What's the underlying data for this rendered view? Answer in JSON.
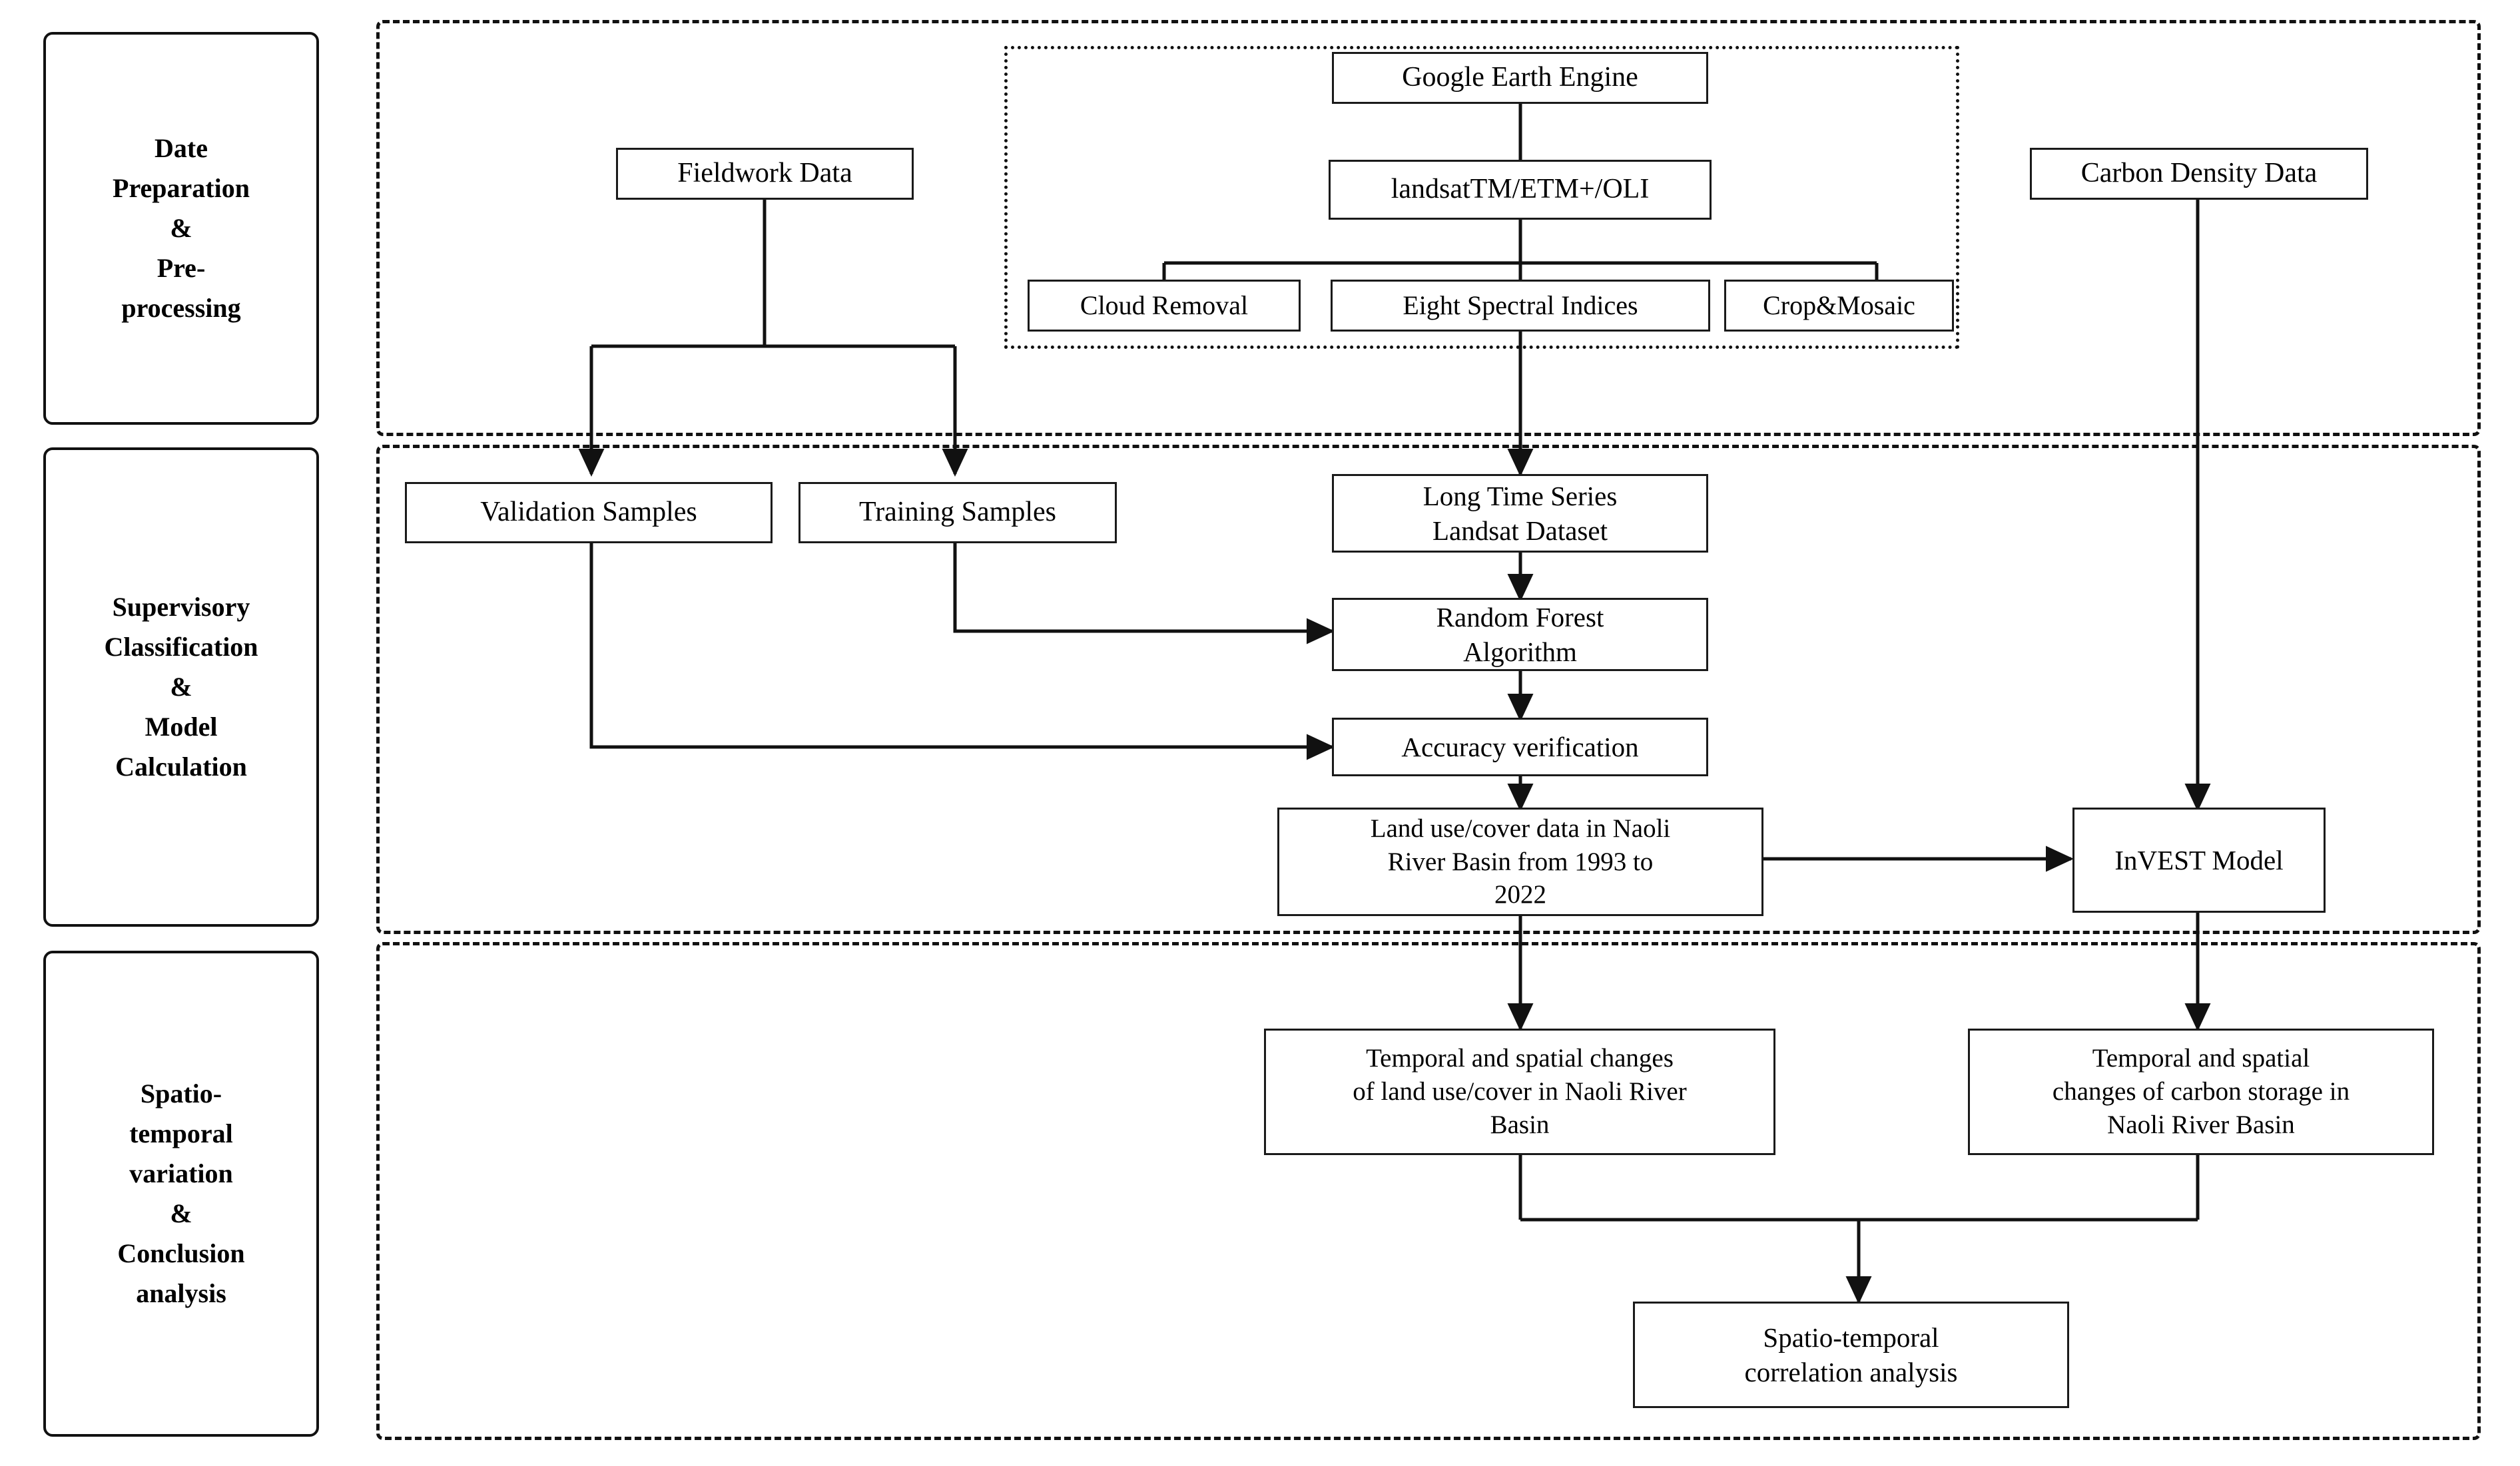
{
  "figure": {
    "type": "flowchart",
    "orientation": "top-to-bottom",
    "stage_count": 3
  },
  "stages": [
    {
      "id": "stage-data-preparation",
      "label": "Date\nPreparation\n&\nPre-\nprocessing",
      "lines": [
        "Date",
        "Preparation",
        "&",
        "Pre-",
        "processing"
      ]
    },
    {
      "id": "stage-supervisory-classification",
      "label": "Supervisory\nClassification\n&\nModel\nCalculation",
      "lines": [
        "Supervisory",
        "Classification",
        "&",
        "Model",
        "Calculation"
      ]
    },
    {
      "id": "stage-spatiotemporal-variation",
      "label": "Spatio-\ntemporal\nvariation\n&\nConclusion\nanalysis",
      "lines": [
        "Spatio-",
        "temporal",
        "variation",
        "&",
        "Conclusion",
        "analysis"
      ]
    }
  ],
  "nodes": {
    "google_earth_engine": {
      "label": "Google  Earth Engine",
      "lines": [
        "Google  Earth Engine"
      ]
    },
    "landsat_sensors": {
      "label": "landsatTM/ETM+/OLI",
      "lines": [
        "landsatTM/ETM+/OLI"
      ]
    },
    "cloud_removal": {
      "label": "Cloud  Removal",
      "lines": [
        "Cloud  Removal"
      ]
    },
    "eight_spectral_indices": {
      "label": "Eight Spectral Indices",
      "lines": [
        "Eight Spectral Indices"
      ]
    },
    "crop_mosaic": {
      "label": "Crop&Mosaic",
      "lines": [
        "Crop&Mosaic"
      ]
    },
    "fieldwork_data": {
      "label": "Fieldwork Data",
      "lines": [
        "Fieldwork Data"
      ]
    },
    "carbon_density_data": {
      "label": "Carbon Density Data",
      "lines": [
        "Carbon Density Data"
      ]
    },
    "validation_samples": {
      "label": "Validation Samples",
      "lines": [
        "Validation Samples"
      ]
    },
    "training_samples": {
      "label": "Training Samples",
      "lines": [
        "Training Samples"
      ]
    },
    "long_time_series_landsat_dataset": {
      "label": "Long Time Series Landsat Dataset",
      "lines": [
        "Long Time Series",
        "Landsat Dataset"
      ]
    },
    "random_forest_algorithm": {
      "label": "Random Forest Algorithm",
      "lines": [
        "Random Forest",
        "Algorithm"
      ]
    },
    "accuracy_verification": {
      "label": "Accuracy  verification",
      "lines": [
        "Accuracy  verification"
      ]
    },
    "land_use_cover_data": {
      "label": "Land use/cover data in Naoli River Basin from 1993 to 2022",
      "lines": [
        "Land use/cover data in Naoli",
        "River Basin from 1993 to",
        "2022"
      ]
    },
    "invest_model": {
      "label": "InVEST Model",
      "lines": [
        "InVEST Model"
      ]
    },
    "landuse_changes": {
      "label": "Temporal and spatial changes of land use/cover in Naoli River Basin",
      "lines": [
        "Temporal and spatial changes",
        "of land use/cover in Naoli River",
        "Basin"
      ]
    },
    "carbon_storage_changes": {
      "label": "Temporal and spatial changes of carbon storage in Naoli River Basin",
      "lines": [
        "Temporal and spatial",
        "changes of carbon storage in",
        "Naoli River Basin"
      ]
    },
    "spatiotemporal_correlation_analysis": {
      "label": "Spatio-temporal correlation analysis",
      "lines": [
        "Spatio-temporal",
        "correlation analysis"
      ]
    }
  },
  "edges": [
    {
      "from": "google_earth_engine",
      "to": "landsat_sensors",
      "arrow": false
    },
    {
      "from": "landsat_sensors",
      "to": "cloud_removal",
      "arrow": false
    },
    {
      "from": "landsat_sensors",
      "to": "eight_spectral_indices",
      "arrow": false
    },
    {
      "from": "landsat_sensors",
      "to": "crop_mosaic",
      "arrow": false
    },
    {
      "from": "landsat_sensors",
      "to": "long_time_series_landsat_dataset",
      "arrow": true
    },
    {
      "from": "fieldwork_data",
      "to": "validation_samples",
      "arrow": true
    },
    {
      "from": "fieldwork_data",
      "to": "training_samples",
      "arrow": true
    },
    {
      "from": "training_samples",
      "to": "random_forest_algorithm",
      "arrow": true
    },
    {
      "from": "validation_samples",
      "to": "accuracy_verification",
      "arrow": true
    },
    {
      "from": "long_time_series_landsat_dataset",
      "to": "random_forest_algorithm",
      "arrow": true
    },
    {
      "from": "random_forest_algorithm",
      "to": "accuracy_verification",
      "arrow": true
    },
    {
      "from": "accuracy_verification",
      "to": "land_use_cover_data",
      "arrow": true
    },
    {
      "from": "land_use_cover_data",
      "to": "invest_model",
      "arrow": true
    },
    {
      "from": "carbon_density_data",
      "to": "invest_model",
      "arrow": true
    },
    {
      "from": "land_use_cover_data",
      "to": "landuse_changes",
      "arrow": true
    },
    {
      "from": "invest_model",
      "to": "carbon_storage_changes",
      "arrow": true
    },
    {
      "from": "landuse_changes",
      "to": "spatiotemporal_correlation_analysis",
      "arrow": true
    },
    {
      "from": "carbon_storage_changes",
      "to": "spatiotemporal_correlation_analysis",
      "arrow": true
    }
  ],
  "colors": {
    "stroke": "#111111",
    "box_border": "#1a1a1a",
    "background": "#ffffff",
    "text": "#000000"
  }
}
